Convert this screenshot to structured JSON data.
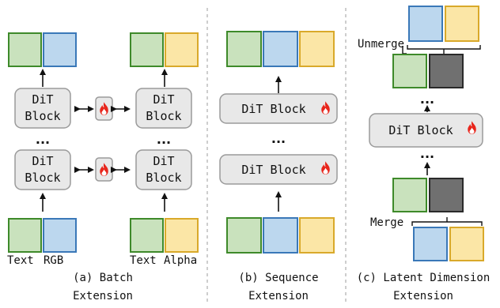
{
  "panel_a": {
    "block_top_left": [
      "DiT",
      "Block"
    ],
    "block_top_right": [
      "DiT",
      "Block"
    ],
    "block_bottom_left": [
      "DiT",
      "Block"
    ],
    "block_bottom_right": [
      "DiT",
      "Block"
    ],
    "dots_left": "...",
    "dots_right": "...",
    "input_label_text": "Text",
    "input_label_rgb": "RGB",
    "input_label_text2": "Text",
    "input_label_alpha": "Alpha",
    "caption_line1": "(a) Batch",
    "caption_line2": "Extension"
  },
  "panel_b": {
    "block_top": "DiT Block",
    "block_bottom": "DiT Block",
    "dots": "...",
    "caption_line1": "(b) Sequence",
    "caption_line2": "Extension"
  },
  "panel_c": {
    "unmerge_label": "Unmerge",
    "merge_label": "Merge",
    "block": "DiT Block",
    "dots_top": "...",
    "dots_bottom": "...",
    "caption_line1": "(c) Latent Dimension",
    "caption_line2": "Extension"
  },
  "colors": {
    "text_latent": "#c9e2bd",
    "rgb_latent": "#bcd7ee",
    "alpha_latent": "#fbe6a6",
    "merged_latent": "#707070",
    "flame": "#e8261c"
  },
  "icons": [
    "flame-icon",
    "bidirectional-arrow-icon"
  ]
}
